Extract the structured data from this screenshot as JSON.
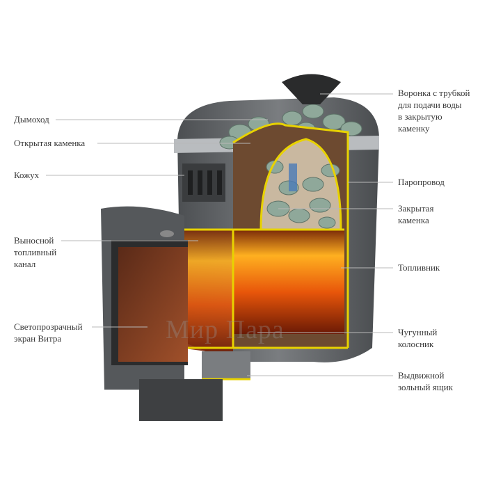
{
  "watermark": "Мир Пара",
  "labels_left": [
    {
      "text": "Дымоход"
    },
    {
      "text": "Открытая каменка"
    },
    {
      "text": "Кожух"
    },
    {
      "lines": [
        "Выносной",
        "топливный",
        "канал"
      ]
    },
    {
      "lines": [
        "Светопрозрачный",
        "экран Витра"
      ]
    }
  ],
  "labels_right": [
    {
      "lines": [
        "Воронка с трубкой",
        "для подачи воды",
        "в закрытую",
        "каменку"
      ]
    },
    {
      "text": "Паропровод"
    },
    {
      "lines": [
        "Закрытая",
        "каменка"
      ]
    },
    {
      "text": "Топливник"
    },
    {
      "lines": [
        "Чугунный",
        "колосник"
      ]
    },
    {
      "lines": [
        "Выдвижной",
        "зольный ящик"
      ]
    }
  ],
  "colors": {
    "outline": "#e8d200",
    "body": "#5a5d60",
    "fire": "#f08a10",
    "stones": "#8fa89a",
    "glass": "#7a3a20"
  }
}
